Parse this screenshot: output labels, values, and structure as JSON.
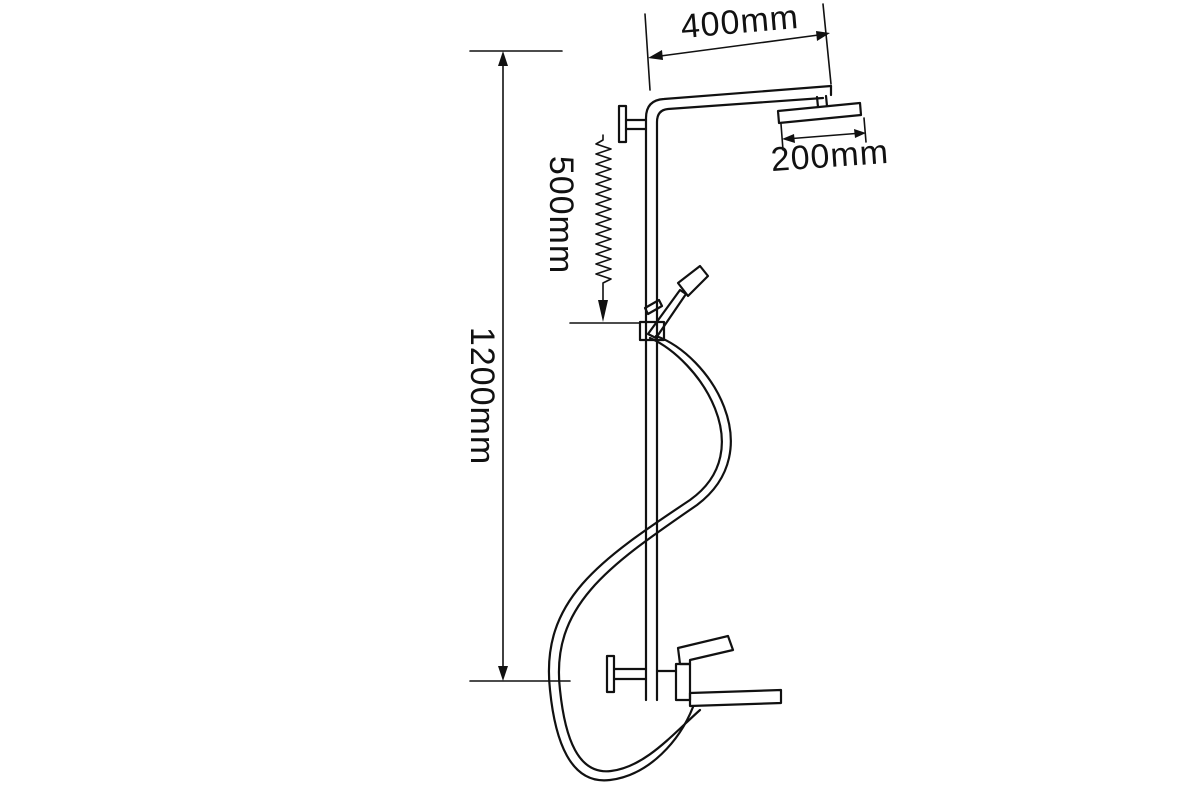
{
  "diagram": {
    "dimensions": {
      "arm_length": "400mm",
      "head_width": "200mm",
      "slide_height": "500mm",
      "total_height": "1200mm"
    }
  },
  "colors": {
    "line": "#111111",
    "background": "#ffffff"
  }
}
